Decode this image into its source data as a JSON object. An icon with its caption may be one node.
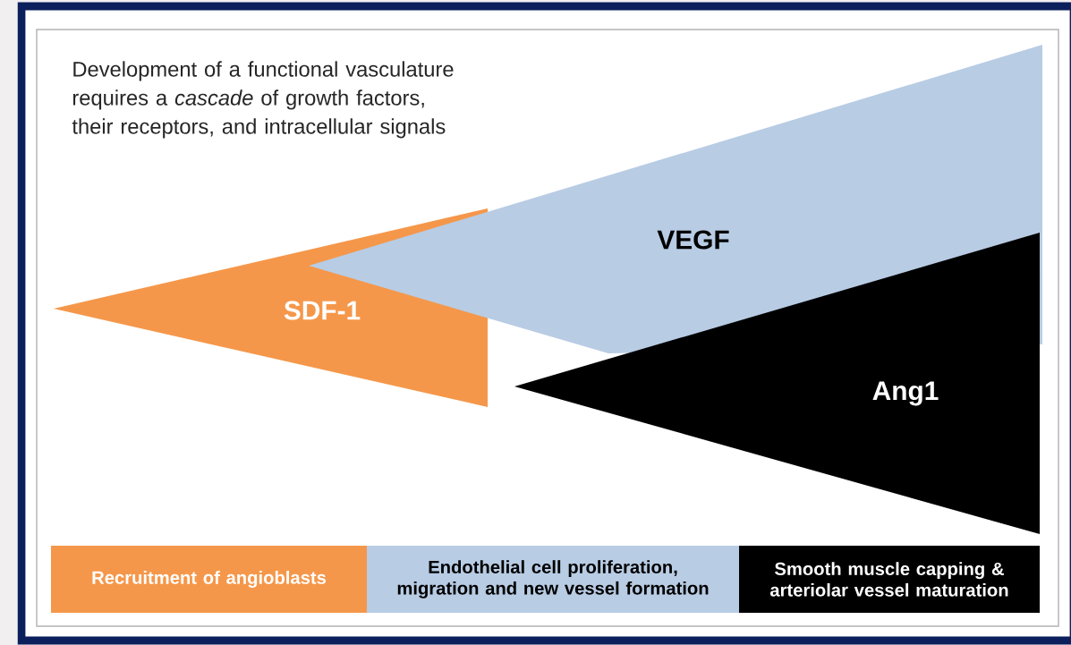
{
  "diagram": {
    "nodes": [
      {
        "text": [
          "SDF-1"
        ]
      },
      {
        "text": [
          "VEGF"
        ]
      },
      {
        "text": [
          "Ang1"
        ]
      },
      {
        "text": [
          "Recruitment of angioblasts"
        ]
      },
      {
        "text": [
          "Endothelial cell proliferation, migration and new vessel formation"
        ]
      },
      {
        "text": [
          "Smooth muscle capping & arteriolar vessel maturation"
        ]
      }
    ],
    "labels": [
      "Development of a functional vasculature requires a *cascade* of growth factors, their receptors, and intracellular signals"
    ]
  }
}
